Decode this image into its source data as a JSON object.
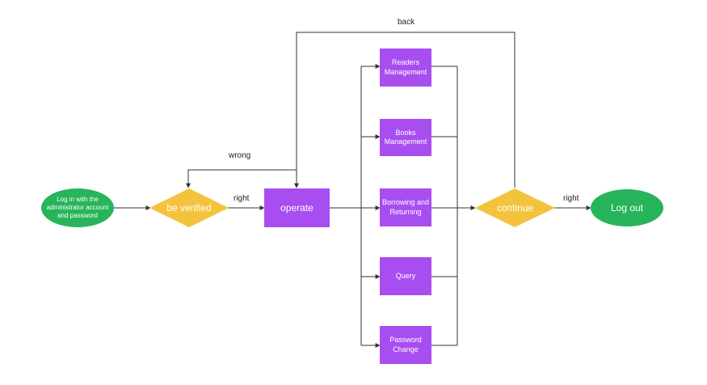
{
  "colors": {
    "start_end": "#27b45a",
    "decision": "#f4c33e",
    "process": "#a84ef0",
    "line": "#333333"
  },
  "nodes": {
    "login": "Log in with the administrator account and password",
    "verify": "be verified",
    "operate": "operate",
    "readers": "Readers Management",
    "books": "Books Management",
    "borrowing": "Borrowing and Returning",
    "query": "Query",
    "password": "Password Change",
    "continue": "continue",
    "logout": "Log out"
  },
  "edges": {
    "back": "back",
    "wrong": "wrong",
    "right_verify": "right",
    "right_continue": "right"
  }
}
